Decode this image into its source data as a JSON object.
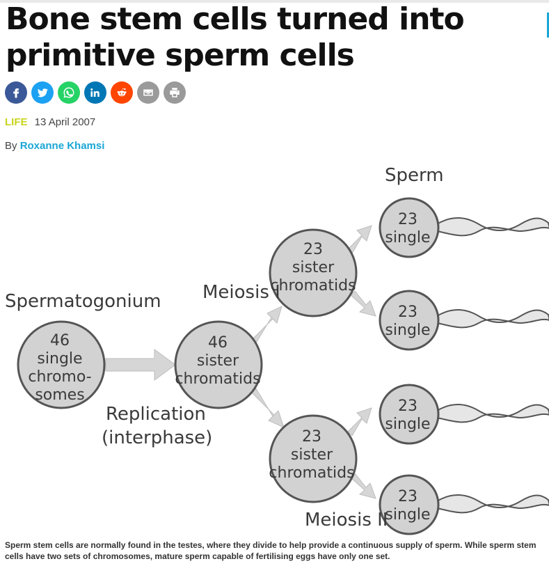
{
  "article": {
    "headline": "Bone stem cells turned into primitive sperm cells",
    "category": "LIFE",
    "date": "13 April 2007",
    "byline_prefix": "By",
    "author": "Roxanne Khamsi",
    "caption": "Sperm stem cells are normally found in the testes, where they divide to help provide a continuous supply of sperm. While sperm stem cells have two sets of chromosomes, mature sperm capable of fertilising eggs have only one set."
  },
  "share_buttons": [
    {
      "icon": "facebook-icon",
      "color": "#3b5998"
    },
    {
      "icon": "twitter-icon",
      "color": "#1da1f2"
    },
    {
      "icon": "whatsapp-icon",
      "color": "#25d366"
    },
    {
      "icon": "linkedin-icon",
      "color": "#0077b5"
    },
    {
      "icon": "reddit-icon",
      "color": "#ff4500"
    },
    {
      "icon": "email-icon",
      "color": "#9a9a9a"
    },
    {
      "icon": "print-icon",
      "color": "#9a9a9a"
    }
  ],
  "colors": {
    "accent": "#1aa6d6",
    "category": "#c8d41c",
    "cell_fill": "#d2d2d2",
    "arrow": "#d6d6d6"
  },
  "diagram": {
    "label_sperm": "Sperm",
    "label_spermatogonium": "Spermatogonium",
    "label_meiosis1": "Meiosis I",
    "label_meiosis2": "Meiosis II",
    "label_replication_1": "Replication",
    "label_replication_2": "(interphase)",
    "spermatogonium_cell": [
      "46",
      "single",
      "chromo-",
      "somes"
    ],
    "replicated_cell": [
      "46",
      "sister",
      "chromatids"
    ],
    "meiosis1_cell_top": [
      "23",
      "sister",
      "chromatids"
    ],
    "meiosis1_cell_bottom": [
      "23",
      "sister",
      "chromatids"
    ],
    "sperm_cells": [
      [
        "23",
        "single"
      ],
      [
        "23",
        "single"
      ],
      [
        "23",
        "single"
      ],
      [
        "23",
        "single"
      ]
    ]
  }
}
